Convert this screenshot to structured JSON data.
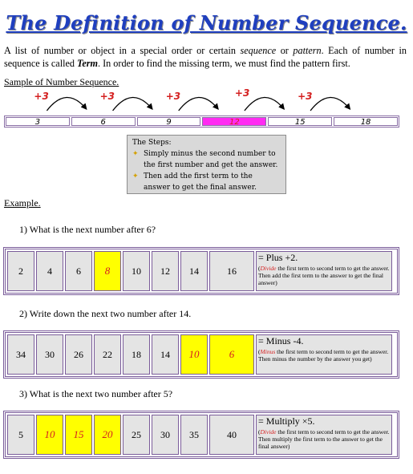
{
  "title": "The Definition of Number Sequence.",
  "intro": {
    "p1": "A list of number or object in a special order or certain ",
    "term1": "sequence",
    "p2": " or ",
    "term2": "pattern",
    "p3": ". Each of number in sequence is called ",
    "term3": "Term",
    "p4": ". In order to find the missing term, we must find the pattern first."
  },
  "sample_heading": "Sample of Number Sequence.",
  "sample": {
    "increments": [
      "+3",
      "+3",
      "+3",
      "+3",
      "+3"
    ],
    "terms": [
      "3",
      "6",
      "9",
      "12",
      "15",
      "18"
    ],
    "highlight_index": 3
  },
  "steps": {
    "title": "The Steps:",
    "items": [
      "Simply minus the second number to the first number and get the answer.",
      "Then add the first term to the answer to get the final answer."
    ]
  },
  "example_heading": "Example.",
  "questions": [
    {
      "label": "1)   What is the next number after 6?",
      "cells": [
        {
          "v": "2",
          "hl": false
        },
        {
          "v": "4",
          "hl": false
        },
        {
          "v": "6",
          "hl": false
        },
        {
          "v": "8",
          "hl": true
        },
        {
          "v": "10",
          "hl": false
        },
        {
          "v": "12",
          "hl": false
        },
        {
          "v": "14",
          "hl": false
        },
        {
          "v": "16",
          "hl": false
        }
      ],
      "rule": "= Plus +2.",
      "keyword": "Divide",
      "explain": " the first term to second term to get the answer. Then add the first term to the answer to get the final answer)"
    },
    {
      "label": "2)   Write down the next two number after 14.",
      "cells": [
        {
          "v": "34",
          "hl": false
        },
        {
          "v": "30",
          "hl": false
        },
        {
          "v": "26",
          "hl": false
        },
        {
          "v": "22",
          "hl": false
        },
        {
          "v": "18",
          "hl": false
        },
        {
          "v": "14",
          "hl": false
        },
        {
          "v": "10",
          "hl": true
        },
        {
          "v": "6",
          "hl": true
        }
      ],
      "rule": "= Minus -4.",
      "keyword": "Minus",
      "explain": " the first term to second term to get the answer. Then minus the number by the answer you get)"
    },
    {
      "label": "3)   What is the next two number after 5?",
      "cells": [
        {
          "v": "5",
          "hl": false
        },
        {
          "v": "10",
          "hl": true
        },
        {
          "v": "15",
          "hl": true
        },
        {
          "v": "20",
          "hl": true
        },
        {
          "v": "25",
          "hl": false
        },
        {
          "v": "30",
          "hl": false
        },
        {
          "v": "35",
          "hl": false
        },
        {
          "v": "40",
          "hl": false
        }
      ],
      "rule": "= Multiply ×5.",
      "keyword": "Divide",
      "explain": " the first term to second term to get the answer. Then multiply the first term to the answer to get the final answer)"
    }
  ]
}
